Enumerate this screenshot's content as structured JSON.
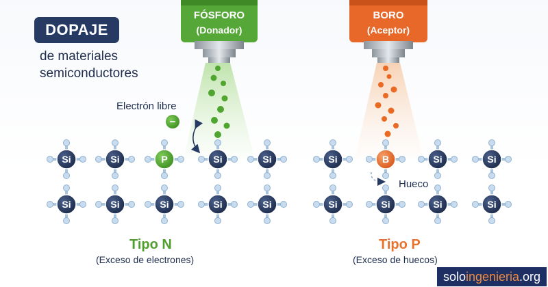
{
  "title": "DOPAJE",
  "subtitle_line1": "de materiales",
  "subtitle_line2": "semiconductores",
  "dispensers": {
    "phosphorus": {
      "name": "FÓSFORO",
      "role": "(Donador)",
      "color": "#55a838"
    },
    "boron": {
      "name": "BORO",
      "role": "(Aceptor)",
      "color": "#e8682a"
    }
  },
  "labels": {
    "free_electron": "Electrón libre",
    "electron_symbol": "−",
    "hole": "Hueco"
  },
  "atoms": {
    "silicon": "Si",
    "phosphorus": "P",
    "boron": "B"
  },
  "types": {
    "n": {
      "name": "Tipo N",
      "description": "(Exceso de electrones)"
    },
    "p": {
      "name": "Tipo P",
      "description": "(Exceso de huecos)"
    }
  },
  "brand": {
    "prefix": "solo",
    "accent": "ingenieria",
    "suffix": ".org"
  },
  "colors": {
    "silicon": "#263a63",
    "phosphorus": "#55a838",
    "boron": "#e8682a",
    "bond": "#a9c4dd"
  }
}
